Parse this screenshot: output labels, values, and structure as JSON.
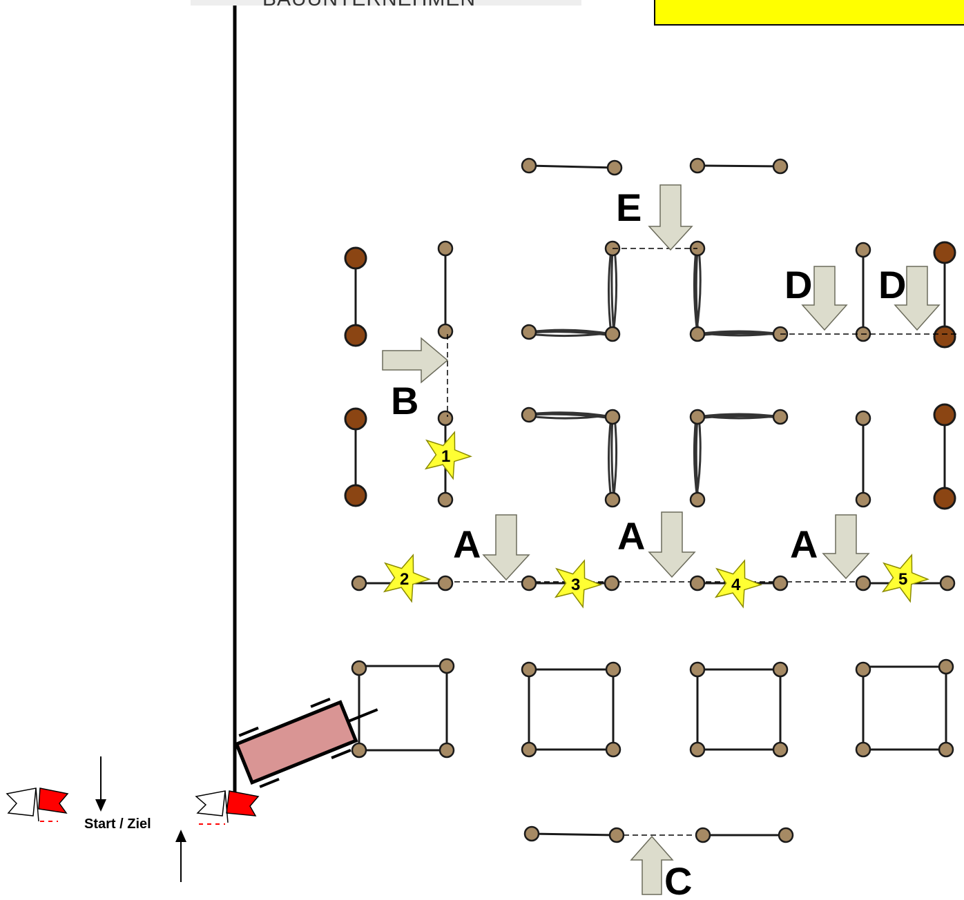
{
  "header": {
    "company_text": "BAUUNTERNEHMEN"
  },
  "course": {
    "labels": {
      "a": "A",
      "b": "B",
      "c": "C",
      "d": "D",
      "e": "E"
    },
    "stars": [
      "1",
      "2",
      "3",
      "4",
      "5"
    ],
    "start_finish": "Start / Ziel"
  },
  "colors": {
    "post": "#a68a64",
    "post_dark": "#8b4513",
    "arrow_fill": "#dcdccc",
    "star": "#ffff33",
    "vehicle": "#d99594",
    "flag_red": "#ff0000",
    "yellow_box": "#ffff00"
  }
}
